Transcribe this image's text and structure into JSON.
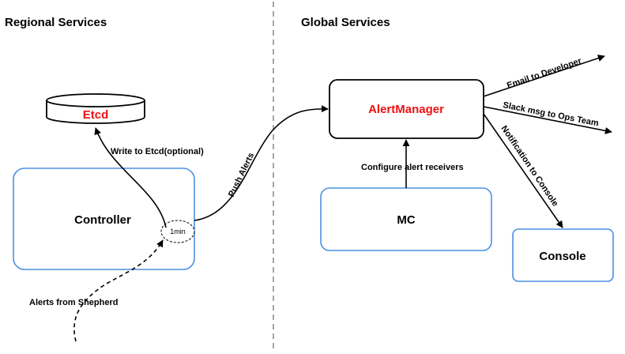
{
  "sections": {
    "regional": "Regional Services",
    "global": "Global Services"
  },
  "nodes": {
    "etcd": "Etcd",
    "controller": "Controller",
    "timer": "1min",
    "alertmanager": "AlertManager",
    "mc": "MC",
    "console": "Console"
  },
  "edges": {
    "write_etcd": "Write to Etcd(optional)",
    "push_alerts": "Push Alerts",
    "configure_receivers": "Configure alert receivers",
    "alerts_from_shepherd": "Alerts from Shepherd",
    "email_developer": "Email to Developer",
    "slack_ops": "Slack msg to Ops Team",
    "notify_console": "Notification to Console"
  },
  "colors": {
    "accent_red": "#ee1111",
    "box_blue": "#4a90e2",
    "divider_gray": "#888888"
  }
}
